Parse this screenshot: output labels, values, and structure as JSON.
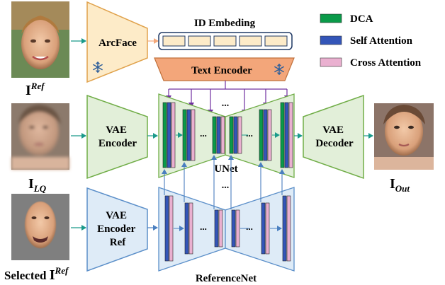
{
  "legend": [
    {
      "label": "DCA",
      "fill": "#0a9a49"
    },
    {
      "label": "Self Attention",
      "fill": "#3355b8"
    },
    {
      "label": "Cross Attention",
      "fill": "#eab0d0"
    }
  ],
  "labels": {
    "arcface": "ArcFace",
    "id_embedding": "ID Embeding",
    "text_encoder": "Text Encoder",
    "vae_encoder_line1": "VAE",
    "vae_encoder_line2": "Encoder",
    "vae_encoder_ref_line1": "VAE",
    "vae_encoder_ref_line2": "Encoder",
    "vae_encoder_ref_line3": "Ref",
    "vae_decoder_line1": "VAE",
    "vae_decoder_line2": "Decoder",
    "unet": "UNet",
    "referencenet": "ReferenceNet",
    "ellipsis": "..."
  },
  "images": {
    "ref": {
      "base": "I",
      "sup": "Ref"
    },
    "lq": {
      "base": "I",
      "sub": "LQ"
    },
    "out": {
      "base": "I",
      "sub": "Out"
    },
    "selected": {
      "prefix": "Selected ",
      "base": "I",
      "sup": "Ref"
    }
  },
  "icons": {
    "frozen": "snowflake-icon"
  },
  "colors": {
    "arcface_fill": "#fdebc8",
    "arcface_stroke": "#e0a24c",
    "text_encoder_fill": "#f3a67a",
    "green_fill": "#e2efd9",
    "green_stroke": "#70ad47",
    "blue_fill": "#deebf7",
    "blue_stroke": "#5b8fc9",
    "id_cell_fill": "#fdebc8",
    "purple": "#7030a0",
    "teal": "#1a9a8a",
    "orange_arrow": "#f4a87a",
    "blue_arrow": "#4a7fc0",
    "dca": "#0a9a49",
    "self_attn": "#3355b8",
    "cross_attn": "#eab0d0"
  }
}
